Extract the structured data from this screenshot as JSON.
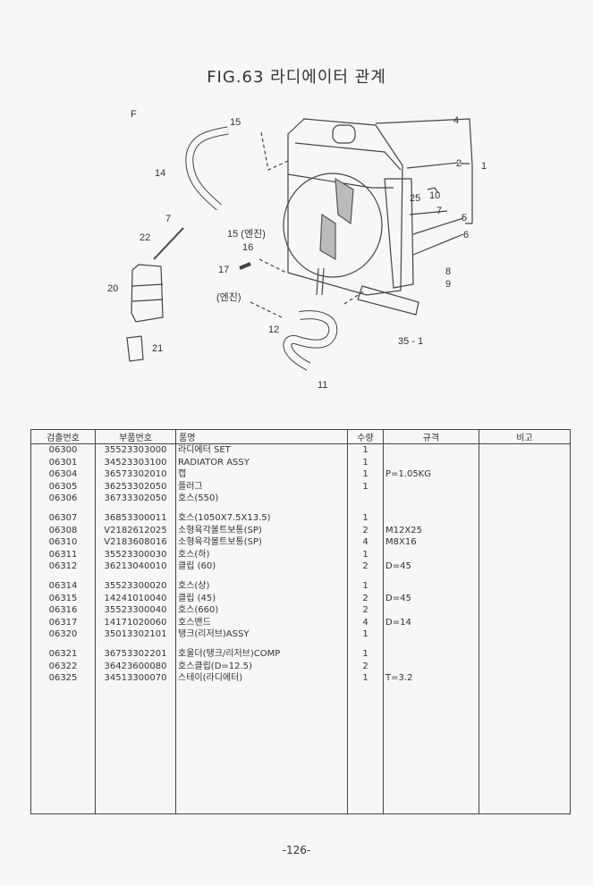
{
  "title": "FIG.63 라디에이터 관계",
  "diagram": {
    "callouts": [
      "F",
      "15",
      "14",
      "7",
      "22",
      "20",
      "21",
      "15 (엔진)",
      "16",
      "17",
      "(엔진)",
      "12",
      "11",
      "4",
      "2",
      "1",
      "25",
      "10",
      "7",
      "5",
      "6",
      "8",
      "9",
      "35 - 1"
    ]
  },
  "table": {
    "headers": [
      "검출번호",
      "부품번호",
      "품명",
      "수량",
      "규격",
      "비고"
    ],
    "groups": [
      [
        {
          "no": "06300",
          "part": "35523303000",
          "name": "라디에터 SET",
          "qty": "1",
          "spec": ""
        },
        {
          "no": "06301",
          "part": "34523303100",
          "name": "RADIATOR ASSY",
          "qty": "1",
          "spec": ""
        },
        {
          "no": "06304",
          "part": "36573302010",
          "name": "캡",
          "qty": "1",
          "spec": "P=1.05KG"
        },
        {
          "no": "06305",
          "part": "36253302050",
          "name": "플러그",
          "qty": "1",
          "spec": ""
        },
        {
          "no": "06306",
          "part": "36733302050",
          "name": "호스(550)",
          "qty": "",
          "spec": ""
        }
      ],
      [
        {
          "no": "06307",
          "part": "36853300011",
          "name": "호스(1050X7.5X13.5)",
          "qty": "1",
          "spec": ""
        },
        {
          "no": "06308",
          "part": "V2182612025",
          "name": "소형육각볼트보통(SP)",
          "qty": "2",
          "spec": "M12X25"
        },
        {
          "no": "06310",
          "part": "V2183608016",
          "name": "소형육각볼트보통(SP)",
          "qty": "4",
          "spec": "M8X16"
        },
        {
          "no": "06311",
          "part": "35523300030",
          "name": "호스(하)",
          "qty": "1",
          "spec": ""
        },
        {
          "no": "06312",
          "part": "36213040010",
          "name": "클립 (60)",
          "qty": "2",
          "spec": "D=45"
        }
      ],
      [
        {
          "no": "06314",
          "part": "35523300020",
          "name": "호스(상)",
          "qty": "1",
          "spec": ""
        },
        {
          "no": "06315",
          "part": "14241010040",
          "name": "클립 (45)",
          "qty": "2",
          "spec": "D=45"
        },
        {
          "no": "06316",
          "part": "35523300040",
          "name": "호스(660)",
          "qty": "2",
          "spec": ""
        },
        {
          "no": "06317",
          "part": "14171020060",
          "name": "호스밴드",
          "qty": "4",
          "spec": "D=14"
        },
        {
          "no": "06320",
          "part": "35013302101",
          "name": "탱크(리저브)ASSY",
          "qty": "1",
          "spec": ""
        }
      ],
      [
        {
          "no": "06321",
          "part": "36753302201",
          "name": "호울더(탱크/리저브)COMP",
          "qty": "1",
          "spec": ""
        },
        {
          "no": "06322",
          "part": "36423600080",
          "name": "호스클립(D=12.5)",
          "qty": "2",
          "spec": ""
        },
        {
          "no": "06325",
          "part": "34513300070",
          "name": "스테이(라디에터)",
          "qty": "1",
          "spec": "T=3.2"
        }
      ]
    ]
  },
  "page_number": "-126-"
}
